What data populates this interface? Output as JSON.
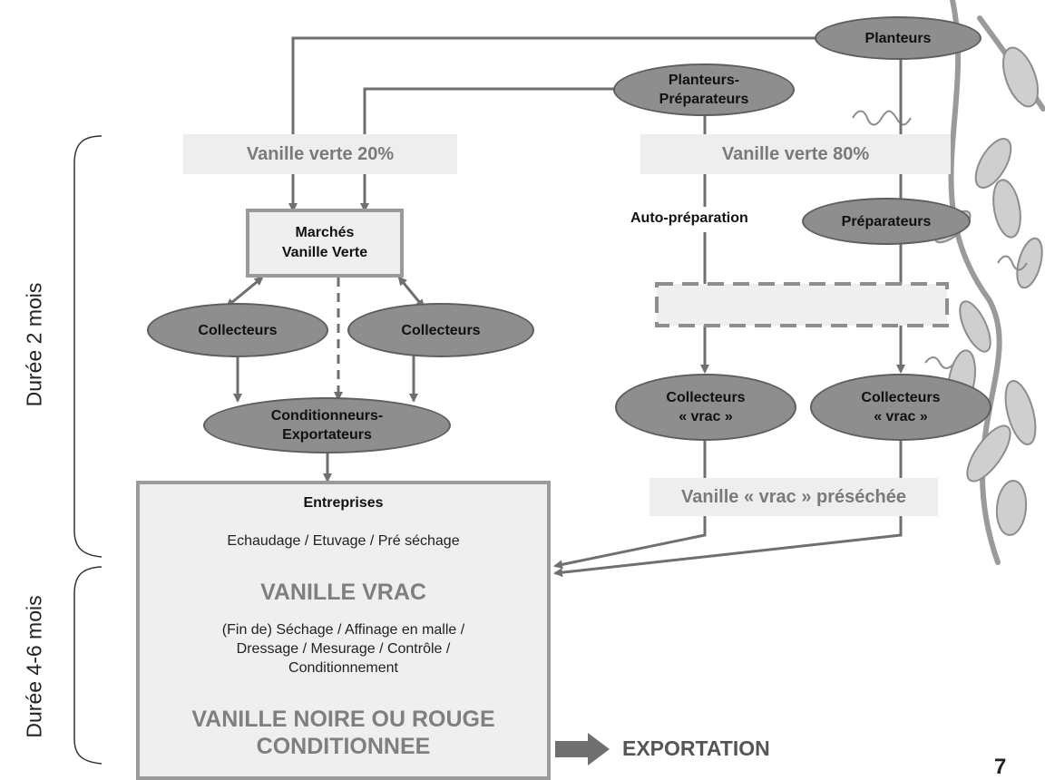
{
  "side_labels": {
    "top": "Durée 2 mois",
    "bottom": "Durée 4-6 mois"
  },
  "nodes": {
    "planteurs": "Planteurs",
    "planteurs_preparateurs": [
      "Planteurs-",
      "Préparateurs"
    ],
    "preparateurs": "Préparateurs",
    "marches": [
      "Marchés",
      "Vanille Verte"
    ],
    "collecteurs_left": "Collecteurs",
    "collecteurs_right": "Collecteurs",
    "conditionneurs": [
      "Conditionneurs-",
      "Exportateurs"
    ],
    "collecteurs_vrac_1": [
      "Collecteurs",
      "« vrac »"
    ],
    "collecteurs_vrac_2": [
      "Collecteurs",
      "« vrac »"
    ]
  },
  "labels": {
    "vanille_verte_20": "Vanille verte 20%",
    "vanille_verte_80": "Vanille verte 80%",
    "auto_preparation": "Auto-préparation",
    "vanille_vrac_presechee": "Vanille « vrac » préséchée",
    "exportation": "EXPORTATION",
    "page_number": "7"
  },
  "entreprises": {
    "title": "Entreprises",
    "step1": "Echaudage / Etuvage / Pré séchage",
    "vanille_vrac": "VANILLE VRAC",
    "step2": [
      "(Fin de) Séchage / Affinage en malle /",
      "Dressage / Mesurage / Contrôle /",
      "Conditionnement"
    ],
    "final": [
      "VANILLE NOIRE OU ROUGE",
      "CONDITIONNEE"
    ]
  },
  "colors": {
    "node_fill": "#8e8e8e",
    "line": "#6f6f6f",
    "box_fill": "#efefef",
    "label_text": "#7a7a7a"
  }
}
